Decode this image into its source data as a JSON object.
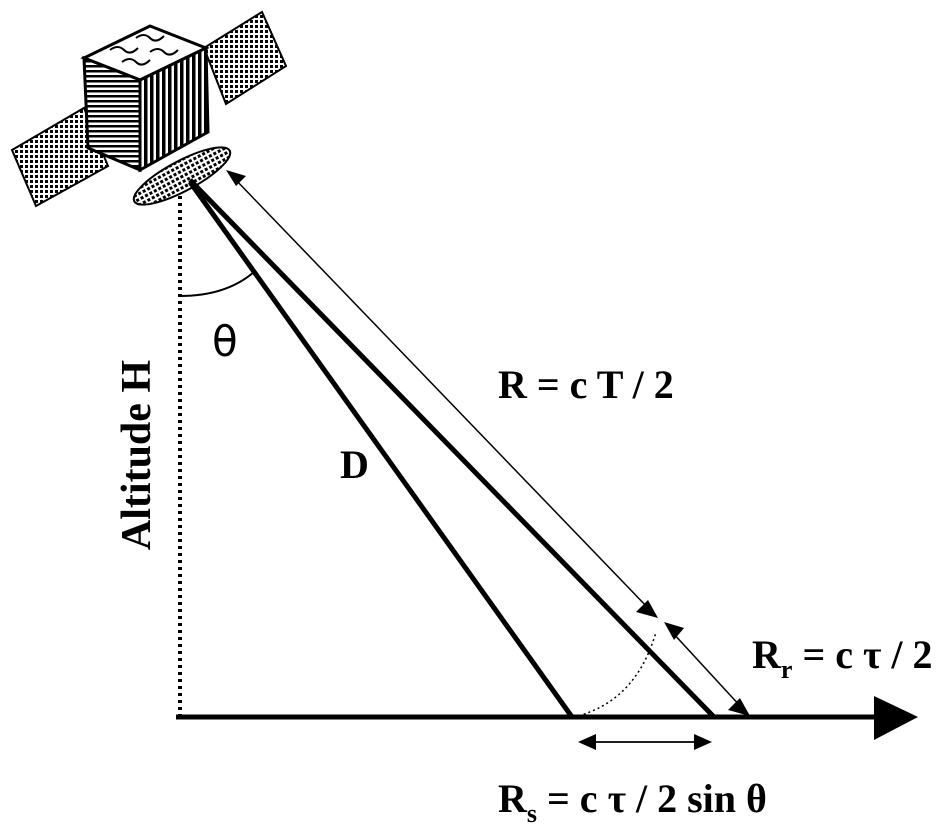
{
  "labels": {
    "altitude": "Altitude H",
    "theta": "θ",
    "range_R": "R = c T / 2",
    "D": "D",
    "Rr_base": "R",
    "Rr_sub": "r",
    "Rr_rest": " = c τ / 2",
    "Rs_base": "R",
    "Rs_sub": "s",
    "Rs_rest": " = c τ / 2 sin θ"
  },
  "colors": {
    "ink": "#000000",
    "background": "#ffffff"
  },
  "icons": {
    "satellite": "satellite-icon"
  }
}
